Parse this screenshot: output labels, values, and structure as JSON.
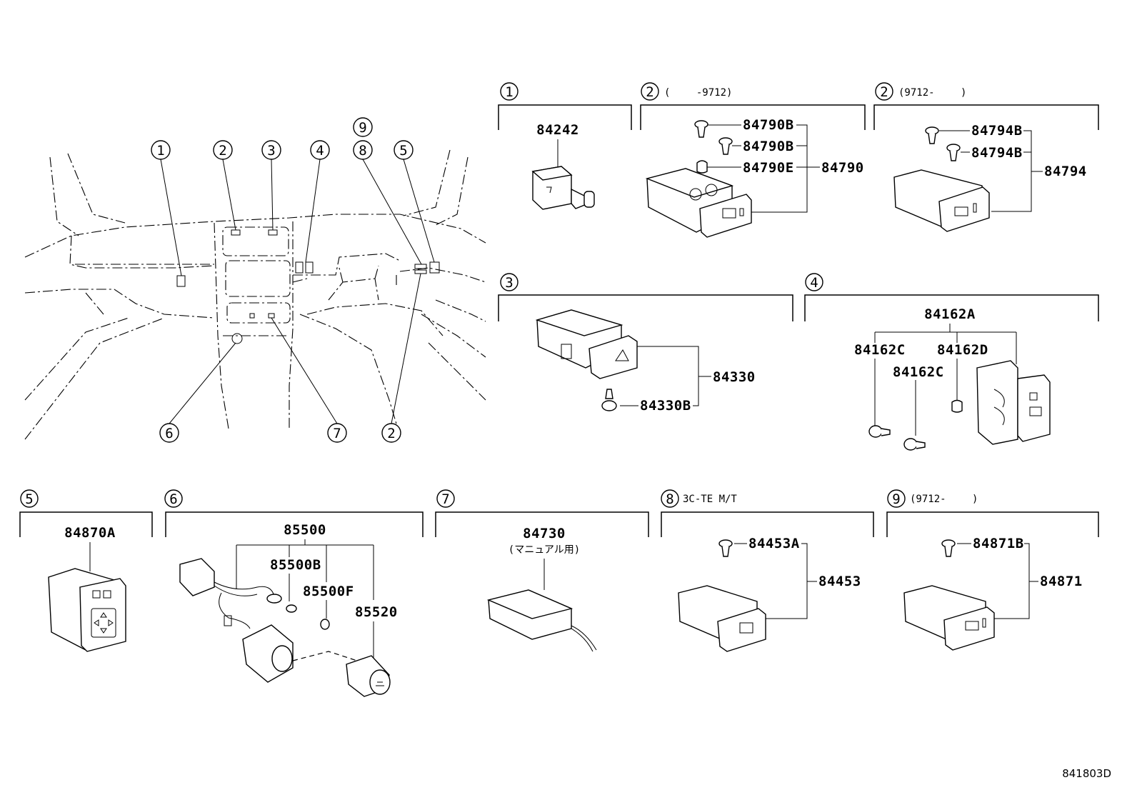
{
  "diagram": {
    "reference_code": "841803D",
    "overview": {
      "callouts_top": [
        "1",
        "2",
        "3",
        "4",
        "9",
        "8",
        "5"
      ],
      "callouts_bottom": [
        "6",
        "7",
        "2"
      ]
    },
    "groups": [
      {
        "num": "1",
        "note": "",
        "parts": [
          "84242"
        ]
      },
      {
        "num": "2",
        "note": "(　　 -9712)",
        "parts": [
          "84790B",
          "84790B",
          "84790E",
          "84790"
        ]
      },
      {
        "num": "2",
        "note": "(9712-　　 )",
        "parts": [
          "84794B",
          "84794B",
          "84794"
        ]
      },
      {
        "num": "3",
        "note": "",
        "parts": [
          "84330",
          "84330B"
        ]
      },
      {
        "num": "4",
        "note": "",
        "parts": [
          "84162A",
          "84162C",
          "84162D",
          "84162C"
        ]
      },
      {
        "num": "5",
        "note": "",
        "parts": [
          "84870A"
        ]
      },
      {
        "num": "6",
        "note": "",
        "parts": [
          "85500",
          "85500B",
          "85500F",
          "85520"
        ]
      },
      {
        "num": "7",
        "note": "",
        "parts": [
          "84730"
        ],
        "sub": "(マニュアル用)"
      },
      {
        "num": "8",
        "note": "3C-TE M/T",
        "parts": [
          "84453A",
          "84453"
        ]
      },
      {
        "num": "9",
        "note": "(9712-　　 )",
        "parts": [
          "84871B",
          "84871"
        ]
      }
    ]
  }
}
